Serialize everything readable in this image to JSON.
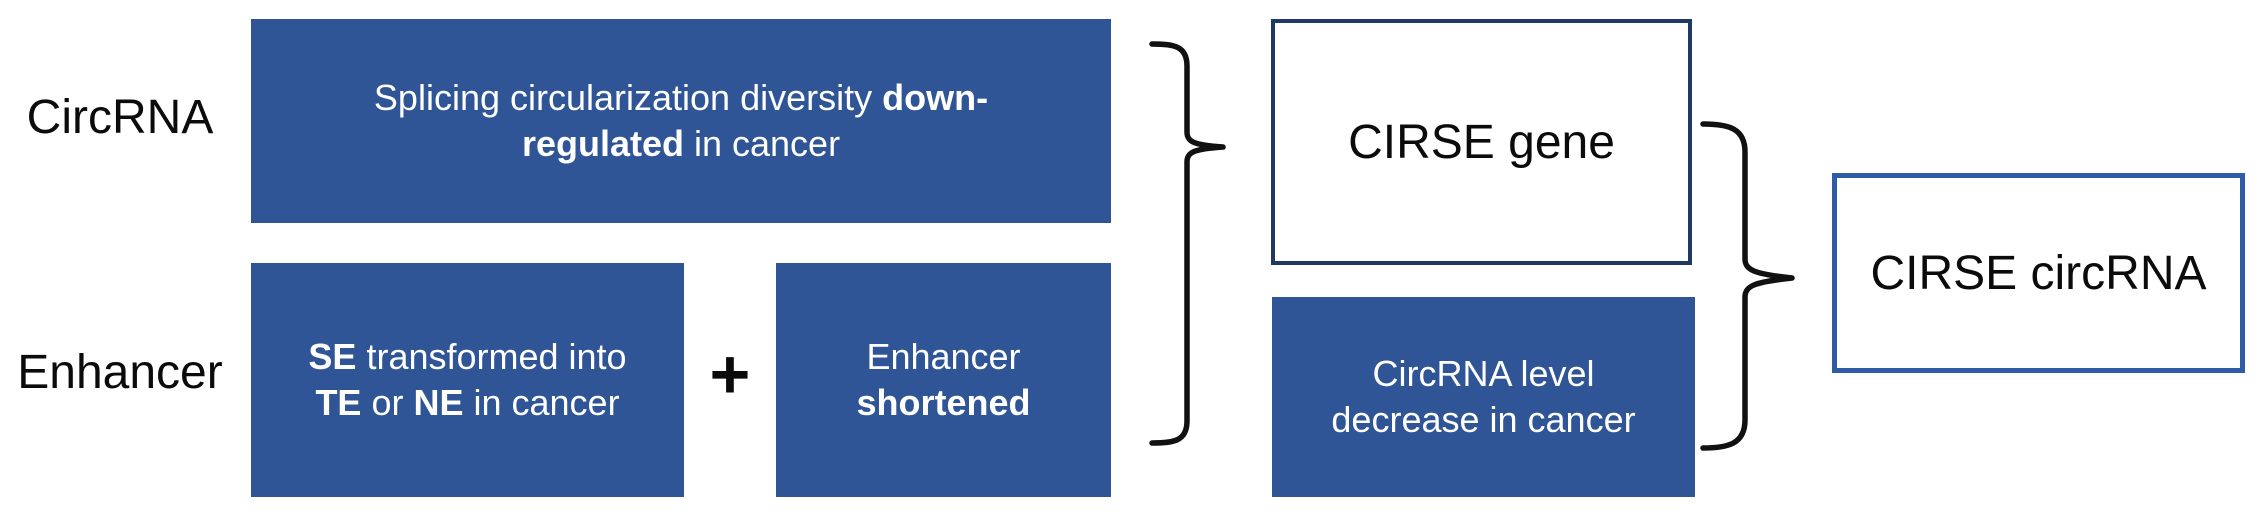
{
  "labels": {
    "circrna_row": "CircRNA",
    "enhancer_row": "Enhancer",
    "plus": "+",
    "cirse_gene": "CIRSE gene",
    "cirse_circrna": "CIRSE circRNA"
  },
  "rich": {
    "splicing": [
      [
        {
          "t": "Splicing circularization diversity ",
          "b": 0
        },
        {
          "t": "down-",
          "b": 1
        }
      ],
      [
        {
          "t": "regulated",
          "b": 1
        },
        {
          "t": " in cancer",
          "b": 0
        }
      ]
    ],
    "se": [
      [
        {
          "t": "SE",
          "b": 1
        },
        {
          "t": " transformed into",
          "b": 0
        }
      ],
      [
        {
          "t": "TE",
          "b": 1
        },
        {
          "t": " or ",
          "b": 0
        },
        {
          "t": "NE",
          "b": 1
        },
        {
          "t": " in cancer",
          "b": 0
        }
      ]
    ],
    "enhancer_shortened": [
      [
        {
          "t": "Enhancer",
          "b": 0
        }
      ],
      [
        {
          "t": "shortened",
          "b": 1
        }
      ]
    ],
    "circ_level": [
      [
        {
          "t": "CircRNA level",
          "b": 0
        }
      ],
      [
        {
          "t": "decrease in cancer",
          "b": 0
        }
      ]
    ]
  },
  "shapes": {
    "left_brace": "right-facing-curly-brace",
    "right_brace": "right-facing-curly-brace"
  },
  "colors": {
    "box_fill": "#2F5596",
    "box_text": "#FFFFFF",
    "gene_box_border": "#203864",
    "circrna_box_border": "#2E5DA6",
    "brace_stroke": "#111111",
    "label_text": "#0B0B0B",
    "background": "#FFFFFF"
  }
}
